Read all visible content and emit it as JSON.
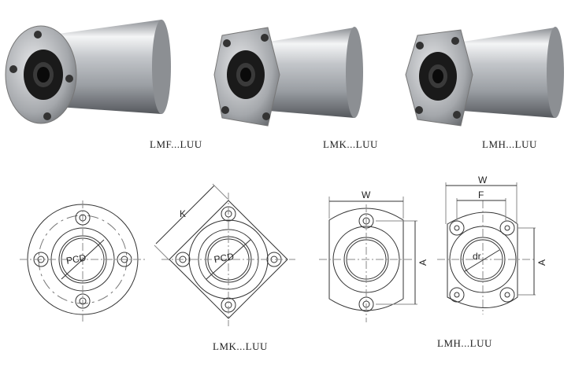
{
  "products": [
    {
      "caption": "LMF...LUU"
    },
    {
      "caption": "LMK...LUU"
    },
    {
      "caption": "LMH...LUU"
    }
  ],
  "drawings": [
    {
      "caption": "",
      "dimension_labels": [
        "PCD"
      ]
    },
    {
      "caption": "LMK...LUU",
      "dimension_labels": [
        "K",
        "PCD"
      ]
    },
    {
      "caption": "",
      "dimension_labels": [
        "W",
        "A"
      ]
    },
    {
      "caption": "LMH...LUU",
      "dimension_labels": [
        "W",
        "F",
        "A",
        "dr"
      ]
    }
  ]
}
